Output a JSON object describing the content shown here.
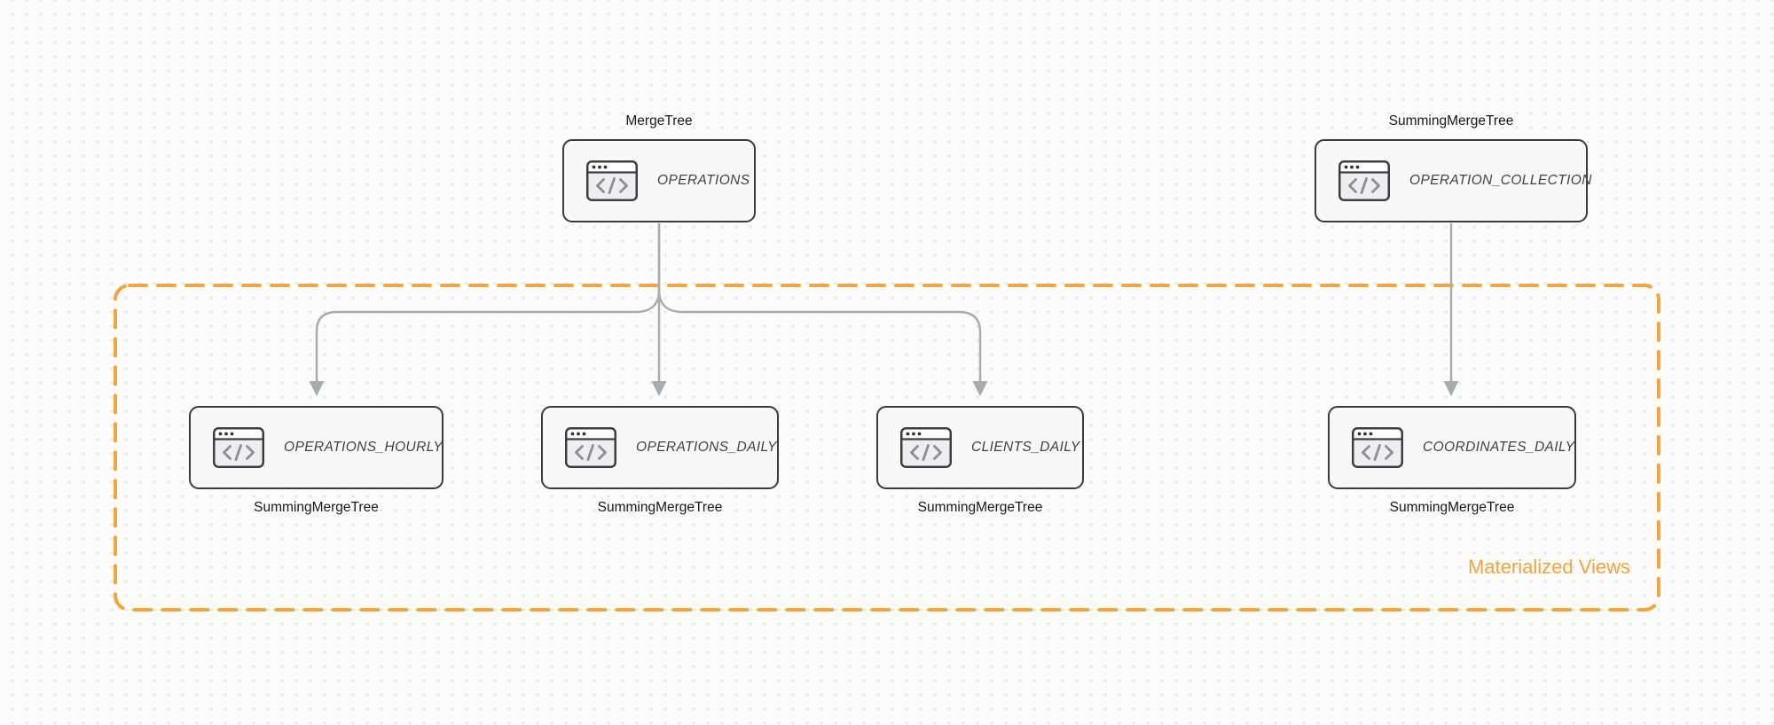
{
  "diagram": {
    "group": {
      "label": "Materialized Views"
    },
    "nodes": {
      "operations": {
        "engine": "MergeTree",
        "table": "OPERATIONS"
      },
      "operation_collection": {
        "engine": "SummingMergeTree",
        "table": "OPERATION_COLLECTION"
      },
      "operations_hourly": {
        "engine": "SummingMergeTree",
        "table": "OPERATIONS_HOURLY"
      },
      "operations_daily": {
        "engine": "SummingMergeTree",
        "table": "OPERATIONS_DAILY"
      },
      "clients_daily": {
        "engine": "SummingMergeTree",
        "table": "CLIENTS_DAILY"
      },
      "coordinates_daily": {
        "engine": "SummingMergeTree",
        "table": "COORDINATES_DAILY"
      }
    },
    "icons": {
      "node_icon": "code-window-icon"
    },
    "colors": {
      "accent_orange": "#F6A33C",
      "connector_gray": "#A9ACAF",
      "node_border": "#383C41",
      "node_fill": "#F6F7F8",
      "icon_glyph_gray": "#8B8E92"
    }
  }
}
